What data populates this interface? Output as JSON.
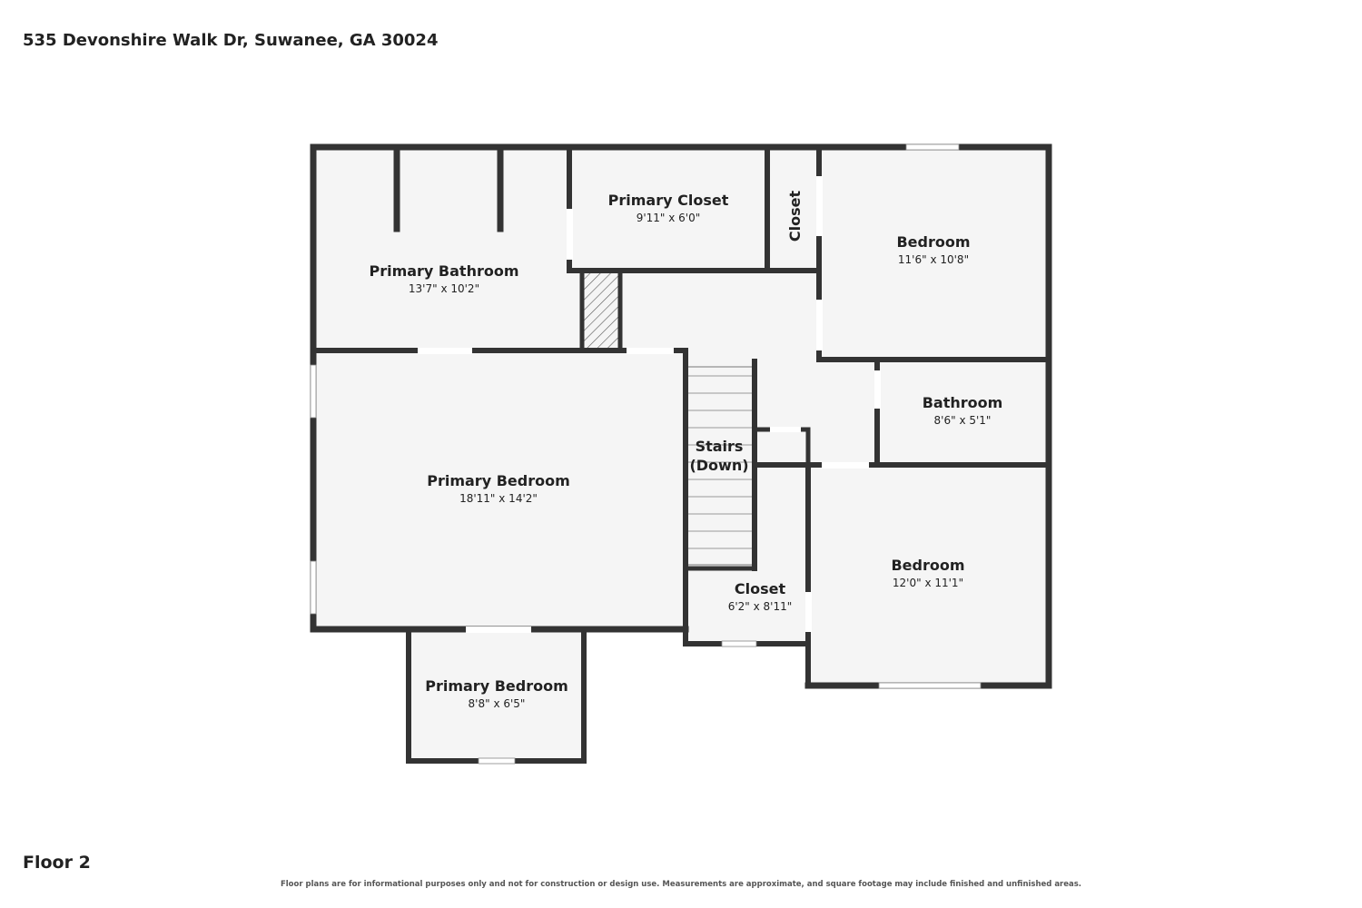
{
  "address": "535 Devonshire Walk Dr, Suwanee, GA 30024",
  "floor": "Floor 2",
  "disclaimer": "Floor plans are for informational purposes only and not for construction or design use. Measurements are approximate, and square footage may include finished and unfinished areas.",
  "colors": {
    "wall": "#333333",
    "floor": "#f5f5f5",
    "window": "#ffffff",
    "stairs": "#f5f5f5"
  },
  "rooms": [
    {
      "id": "primary-bathroom",
      "name": "Primary Bathroom",
      "dims": "13'7\" x 10'2\""
    },
    {
      "id": "primary-closet",
      "name": "Primary Closet",
      "dims": "9'11\" x 6'0\""
    },
    {
      "id": "closet-small",
      "name": "Closet",
      "dims": ""
    },
    {
      "id": "bedroom-upper",
      "name": "Bedroom",
      "dims": "11'6\" x 10'8\""
    },
    {
      "id": "bathroom",
      "name": "Bathroom",
      "dims": "8'6\" x 5'1\""
    },
    {
      "id": "stairs",
      "name": "Stairs",
      "name2": "(Down)",
      "dims": ""
    },
    {
      "id": "primary-bedroom",
      "name": "Primary Bedroom",
      "dims": "18'11\" x 14'2\""
    },
    {
      "id": "primary-bedroom-nook",
      "name": "Primary Bedroom",
      "dims": "8'8\" x 6'5\""
    },
    {
      "id": "closet-hall",
      "name": "Closet",
      "dims": "6'2\" x 8'11\""
    },
    {
      "id": "bedroom-lower",
      "name": "Bedroom",
      "dims": "12'0\" x 11'1\""
    }
  ]
}
